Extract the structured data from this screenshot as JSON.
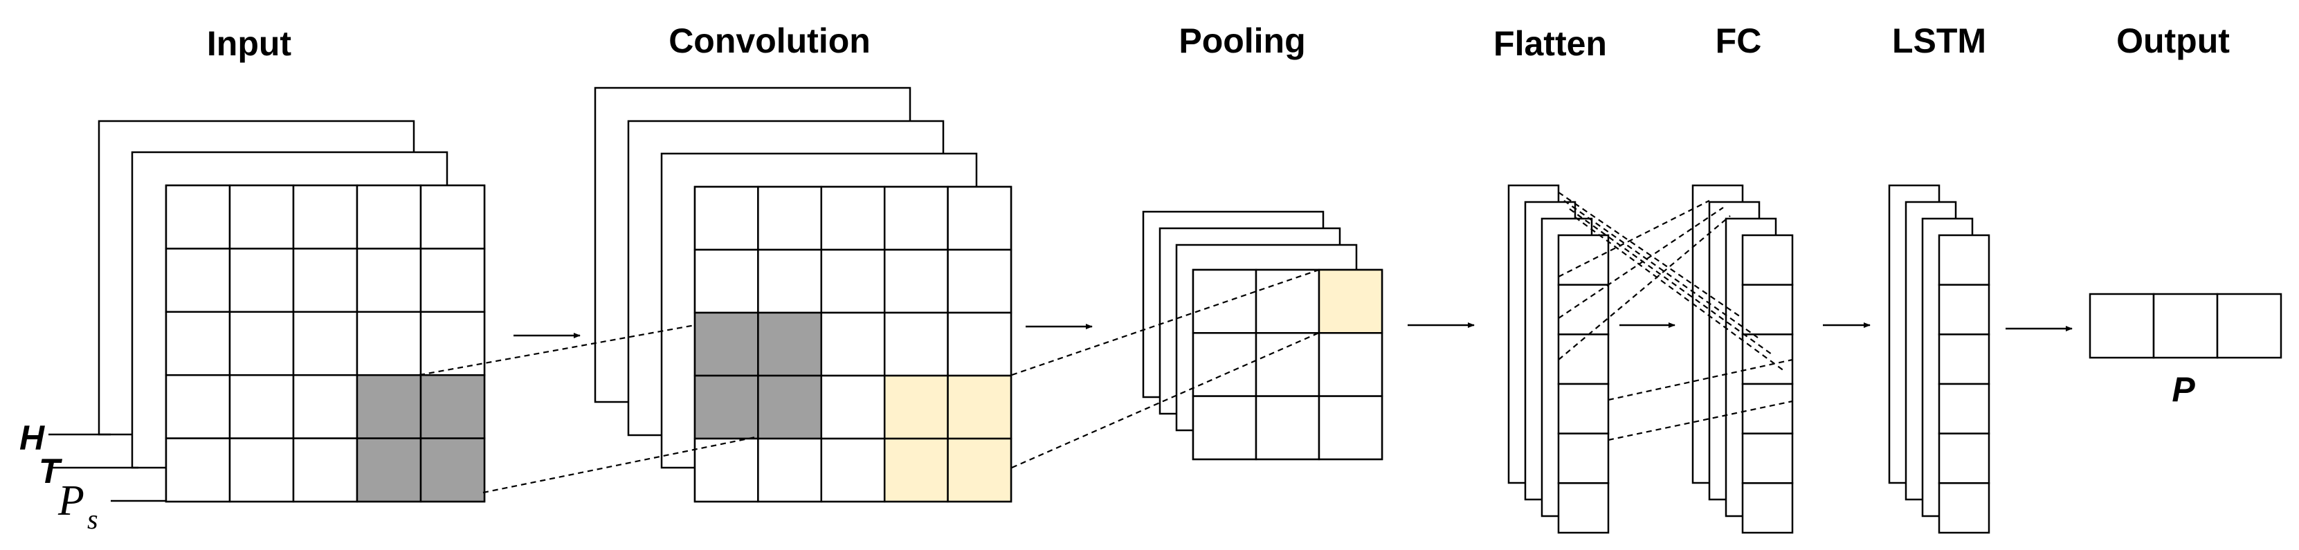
{
  "stages": {
    "input": "Input",
    "convolution": "Convolution",
    "pooling": "Pooling",
    "flatten": "Flatten",
    "fc": "FC",
    "lstm": "LSTM",
    "output": "Output"
  },
  "input_labels": {
    "h": "H",
    "t": "T",
    "ps_main": "P",
    "ps_sub": "s"
  },
  "output_label": "P",
  "colors": {
    "line": "#000000",
    "highlight_gray": "#a0a0a0",
    "highlight_yellow": "#fff2cc"
  }
}
